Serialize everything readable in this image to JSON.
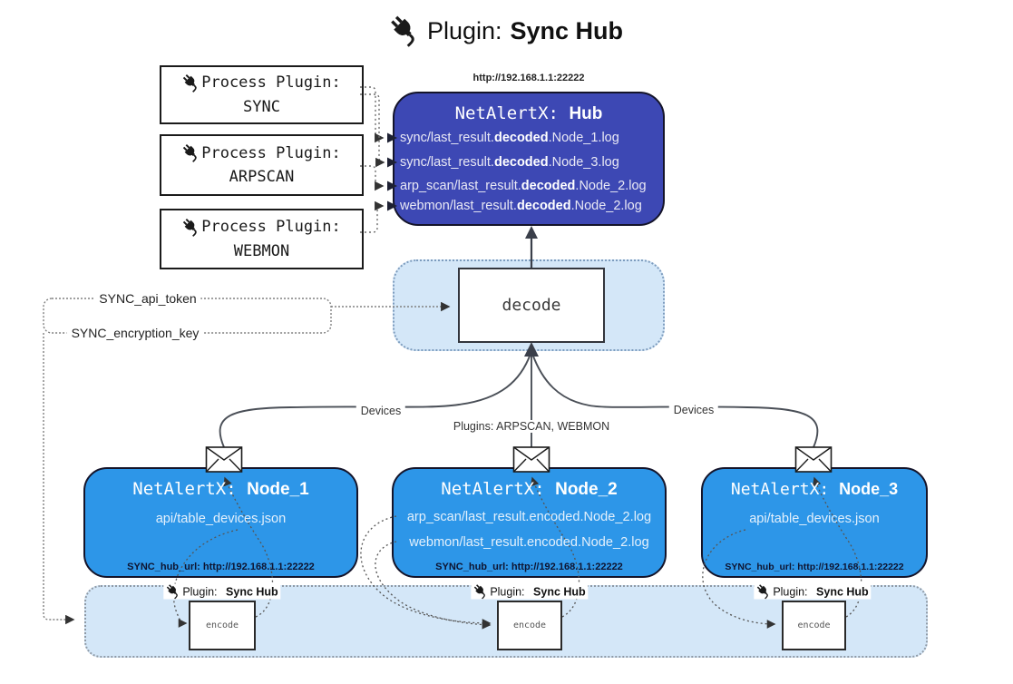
{
  "title": {
    "prefix": "Plugin:",
    "name": "Sync Hub",
    "icon": "plug-icon"
  },
  "hub": {
    "url": "http://192.168.1.1:22222",
    "title_prefix": "NetAlertX:",
    "title_name": "Hub",
    "logs": [
      {
        "pre": "sync/last_result.",
        "bold": "decoded",
        "post": ".Node_1.log"
      },
      {
        "pre": "sync/last_result.",
        "bold": "decoded",
        "post": ".Node_3.log"
      },
      {
        "pre": "arp_scan/last_result.",
        "bold": "decoded",
        "post": ".Node_2.log"
      },
      {
        "pre": "webmon/last_result.",
        "bold": "decoded",
        "post": ".Node_2.log"
      }
    ]
  },
  "process_plugins": [
    {
      "label": "Process Plugin:",
      "name": "SYNC",
      "icon": "plug-icon"
    },
    {
      "label": "Process Plugin:",
      "name": "ARPSCAN",
      "icon": "plug-icon"
    },
    {
      "label": "Process Plugin:",
      "name": "WEBMON",
      "icon": "plug-icon"
    }
  ],
  "decode": {
    "label": "decode"
  },
  "encode": {
    "label": "encode"
  },
  "sync_plugin_label": {
    "prefix": "Plugin:",
    "name": "Sync Hub",
    "icon": "plug-icon"
  },
  "keys": {
    "api_token": "SYNC_api_token",
    "encryption_key": "SYNC_encryption_key"
  },
  "edges": {
    "devices_left": "Devices",
    "plugins_mid": "Plugins: ARPSCAN, WEBMON",
    "devices_right": "Devices"
  },
  "nodes": [
    {
      "title_prefix": "NetAlertX:",
      "title_name": "Node_1",
      "files": [
        "api/table_devices.json"
      ],
      "hub_url": "SYNC_hub_url: http://192.168.1.1:22222"
    },
    {
      "title_prefix": "NetAlertX:",
      "title_name": "Node_2",
      "files": [
        "arp_scan/last_result.encoded.Node_2.log",
        "webmon/last_result.encoded.Node_2.log"
      ],
      "hub_url": "SYNC_hub_url: http://192.168.1.1:22222"
    },
    {
      "title_prefix": "NetAlertX:",
      "title_name": "Node_3",
      "files": [
        "api/table_devices.json"
      ],
      "hub_url": "SYNC_hub_url: http://192.168.1.1:22222"
    }
  ],
  "icons": [
    "plug-icon",
    "envelope-icon"
  ],
  "colors": {
    "hub_fill": "#3D48B4",
    "node_fill": "#2D96E8",
    "panel_fill": "#D4E7F8",
    "panel_border_blue": "#7D9CBE",
    "panel_border_gray": "#8F9AA6",
    "box_border": "#1A1A1A",
    "solid_line": "#44484F",
    "dotted_line": "#666666",
    "hub_text": "#E9E9F5",
    "node_text": "#E3F0FC"
  }
}
